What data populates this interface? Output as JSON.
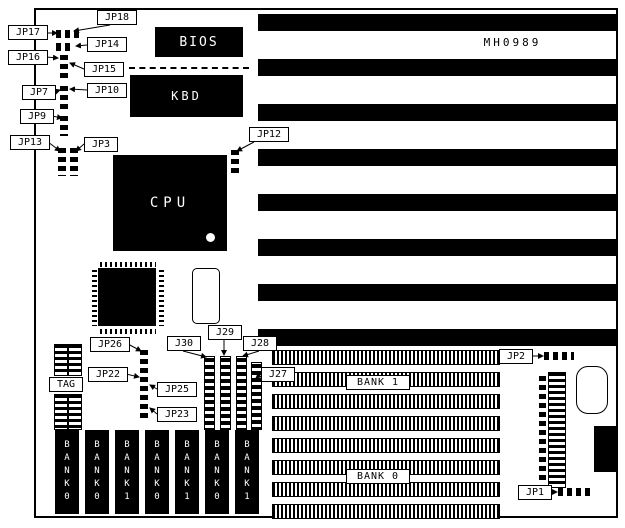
{
  "board": {
    "model": "MH0989",
    "background_color": "#ffffff",
    "ink_color": "#000000"
  },
  "chips": {
    "bios": "BIOS",
    "kbd": "KBD",
    "cpu": "CPU"
  },
  "labels": {
    "jp18": "JP18",
    "jp17": "JP17",
    "jp14": "JP14",
    "jp16": "JP16",
    "jp15": "JP15",
    "jp7": "JP7",
    "jp10": "JP10",
    "jp9": "JP9",
    "jp13": "JP13",
    "jp3": "JP3",
    "jp12": "JP12",
    "jp26": "JP26",
    "jp22": "JP22",
    "jp25": "JP25",
    "jp23": "JP23",
    "j30": "J30",
    "j29": "J29",
    "j28": "J28",
    "j27": "J27",
    "jp2": "JP2",
    "jp1": "JP1",
    "tag": "TAG",
    "bank1": "BANK 1",
    "bank0": "BANK 0"
  },
  "memory_modules": [
    "BANK0",
    "BANK0",
    "BANK1",
    "BANK0",
    "BANK1",
    "BANK0",
    "BANK1"
  ]
}
